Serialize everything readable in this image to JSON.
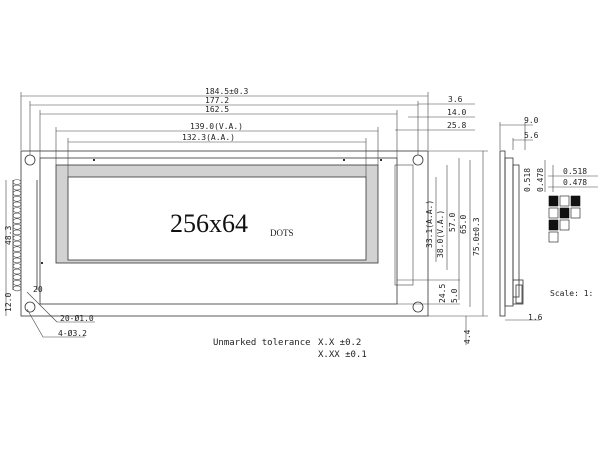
{
  "display": {
    "resolution": "256x64",
    "unit": "DOTS"
  },
  "dimensions": {
    "width_outer": "184.5±0.3",
    "width_2": "177.2",
    "width_3": "162.5",
    "va_width": "139.0(V.A.)",
    "aa_width": "132.3(A.A.)",
    "right_1": "3.6",
    "right_2": "14.0",
    "right_3": "25.8",
    "aa_height": "33.1(A.A.)",
    "va_height": "38.0(V.A.)",
    "h_57": "57.0",
    "h_65": "65.0",
    "height_outer": "75.0±0.3",
    "h_24_5": "24.5",
    "h_5": "5.0",
    "h_4_4": "4.4",
    "left_48_3": "48.3",
    "left_12": "12.0",
    "pin_20": "20",
    "hole_pins": "20-Ø1.0",
    "hole_mount": "4-Ø3.2"
  },
  "side_view": {
    "d_9": "9.0",
    "d_5_6": "5.6",
    "d_1_6": "1.6"
  },
  "pixel_detail": {
    "d_0_518_a": "0.518",
    "d_0_478_a": "0.478",
    "d_0_518_b": "0.518",
    "d_0_478_b": "0.478"
  },
  "scale": "Scale: 1:",
  "tolerance": {
    "label": "Unmarked tolerance",
    "xx": "X.X  ±0.2",
    "xxx": "X.XX  ±0.1"
  }
}
